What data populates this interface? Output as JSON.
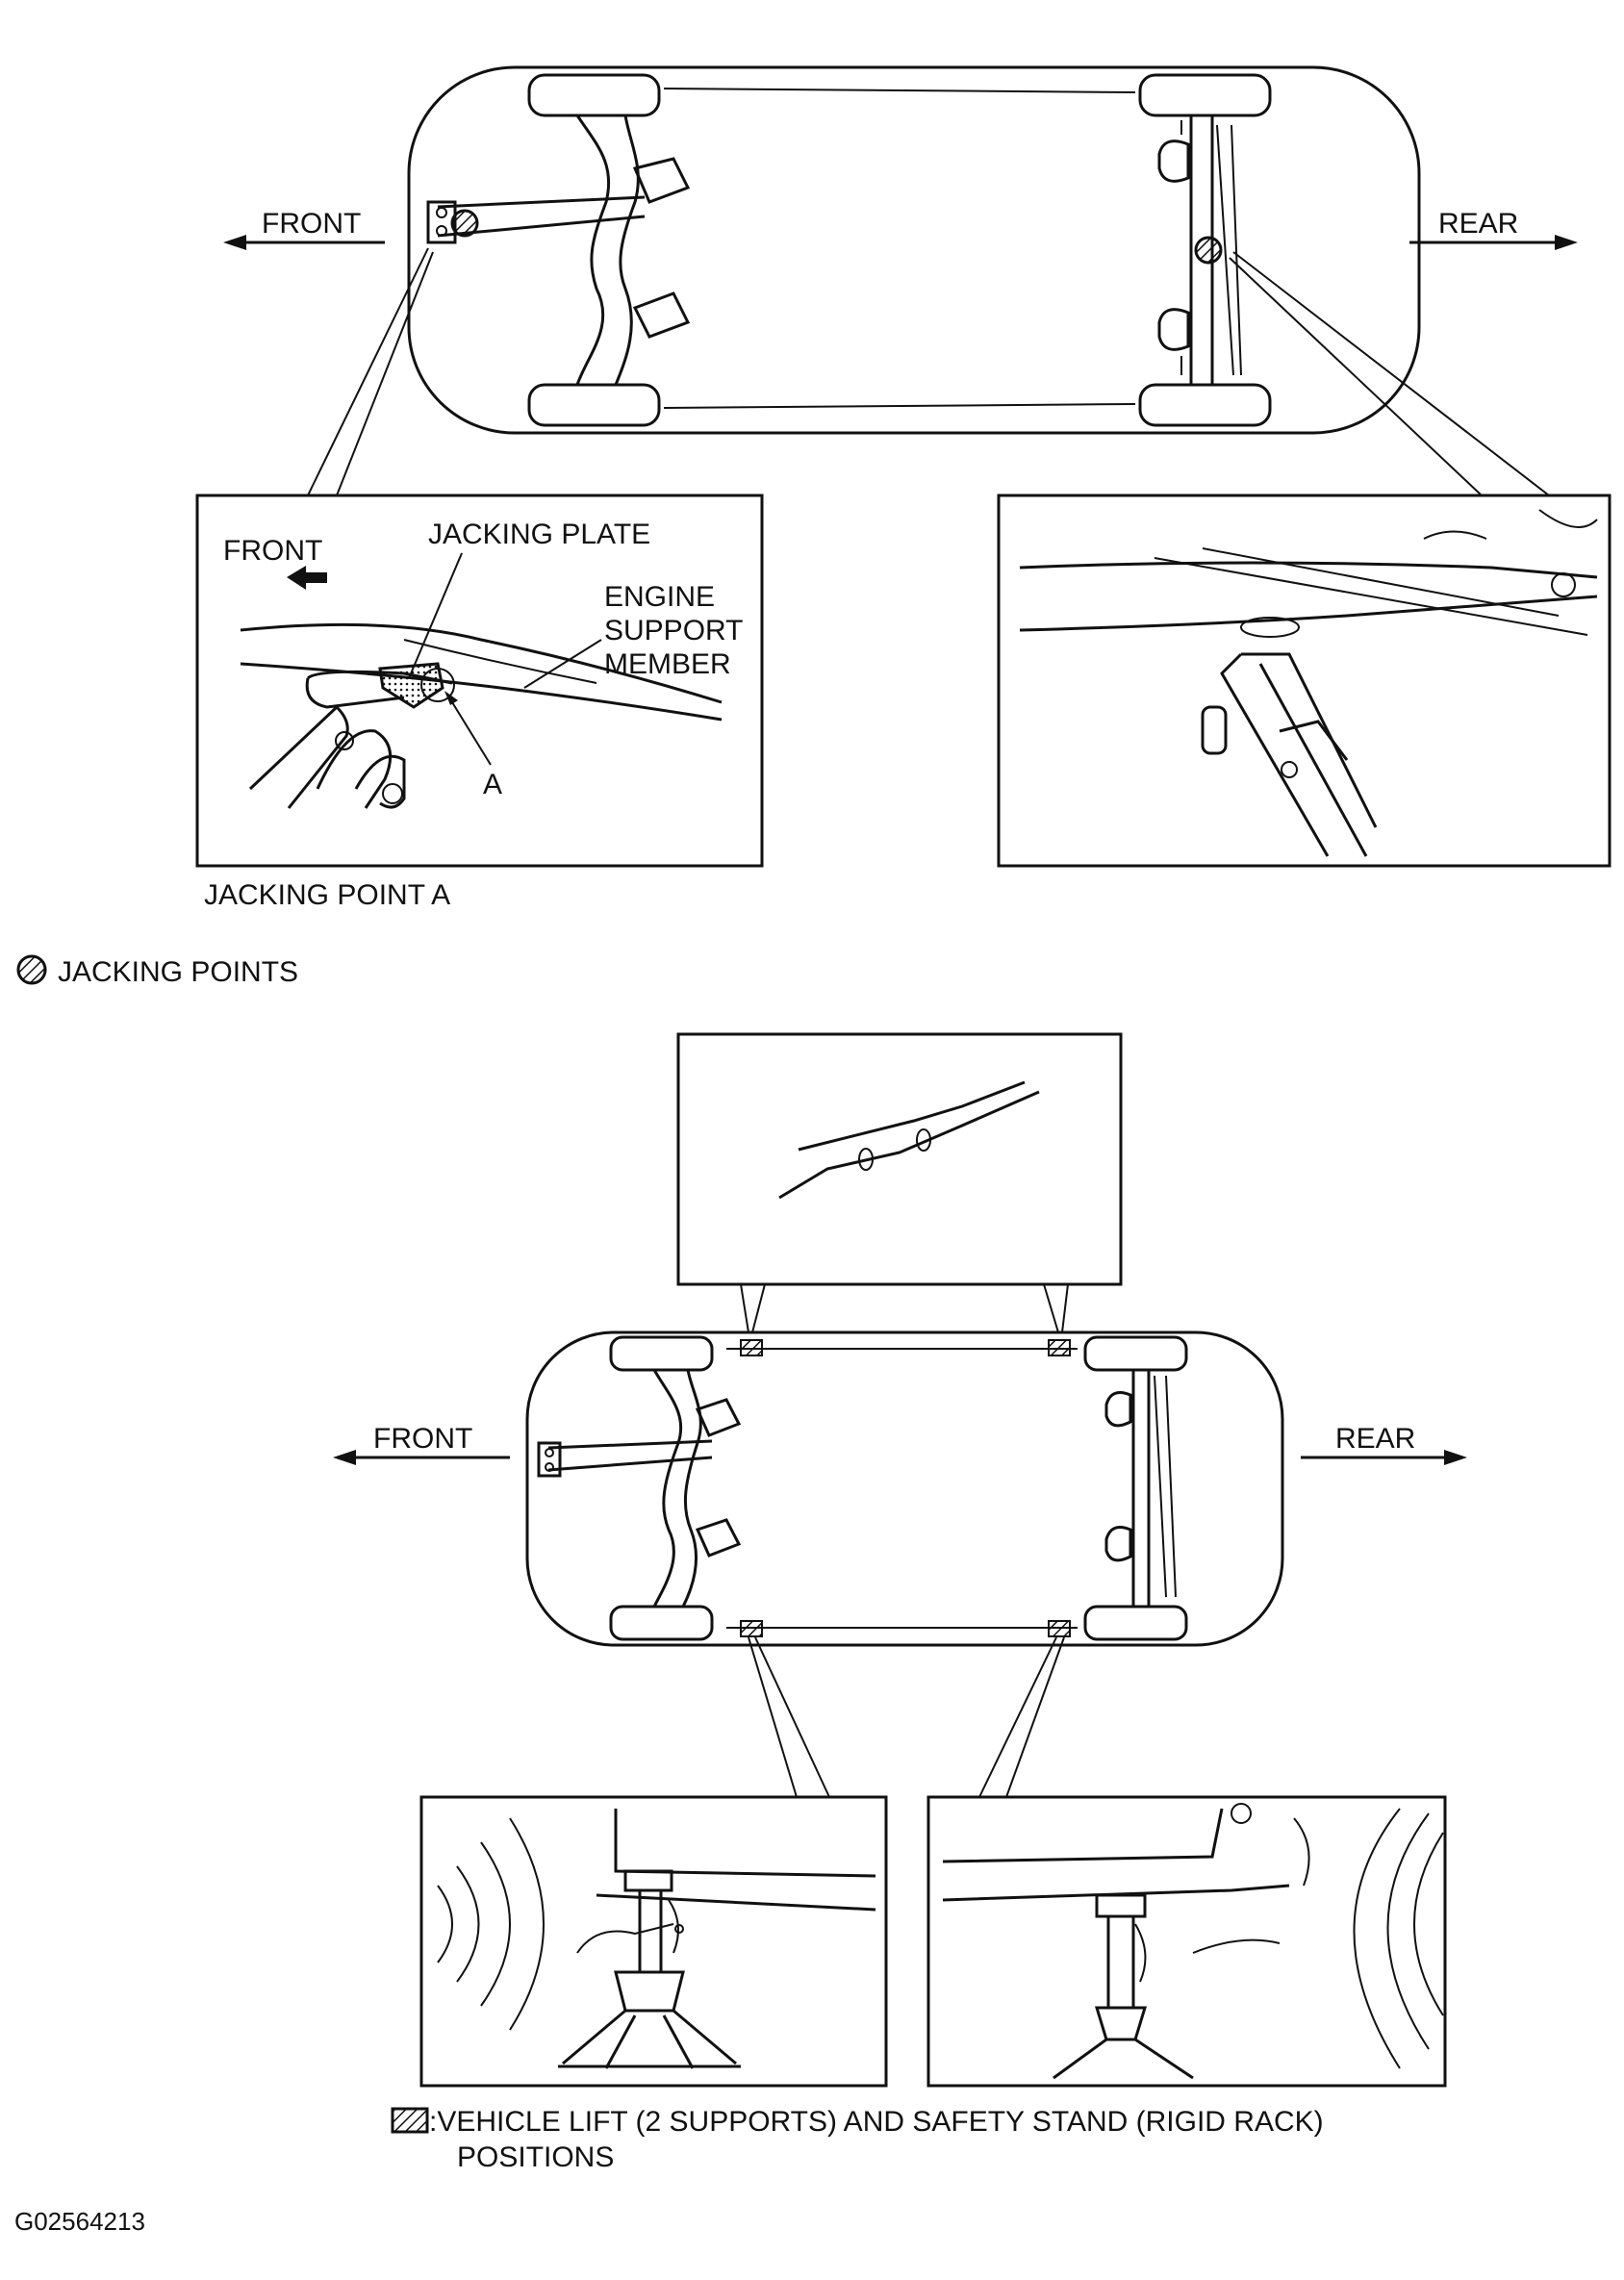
{
  "top_view": {
    "front_label": "FRONT",
    "rear_label": "REAR"
  },
  "detail_a": {
    "front_label": "FRONT",
    "jacking_plate_label": "JACKING PLATE",
    "engine_support_line1": "ENGINE",
    "engine_support_line2": "SUPPORT",
    "engine_support_line3": "MEMBER",
    "point_label": "A",
    "caption": "JACKING POINT A"
  },
  "legend_jacking": "JACKING POINTS",
  "bottom_view": {
    "front_label": "FRONT",
    "rear_label": "REAR"
  },
  "legend_lift_line1": ":VEHICLE LIFT (2 SUPPORTS) AND SAFETY STAND (RIGID RACK)",
  "legend_lift_line2": "POSITIONS",
  "figure_code": "G02564213"
}
